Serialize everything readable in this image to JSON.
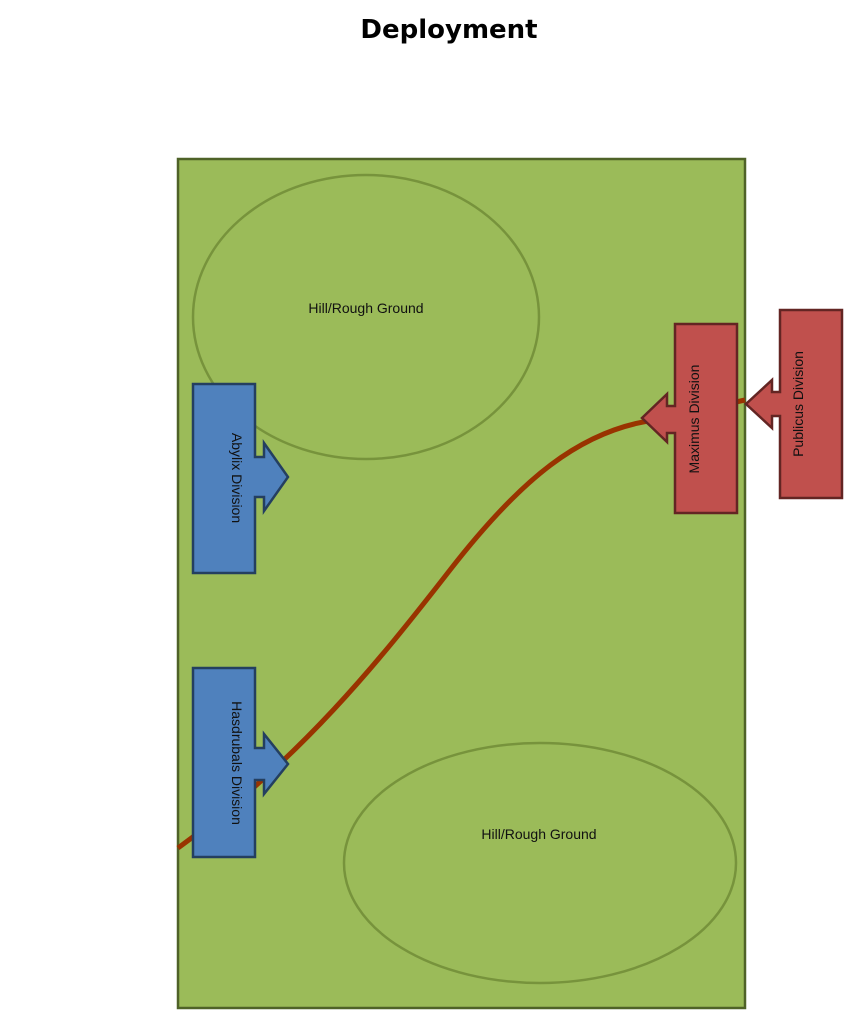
{
  "title": "Deployment",
  "terrain": [
    {
      "label": "Hill/Rough Ground"
    },
    {
      "label": "Hill/Rough Ground"
    }
  ],
  "units": {
    "abylix": "Abylix Division",
    "hasdrubals": "Hasdrubals Division",
    "maximus": "Maximus Division",
    "publicus": "Publicus Division"
  },
  "colors": {
    "field": "#9bbb59",
    "field_border": "#4f6228",
    "blue": "#4f81bd",
    "blue_border": "#243f60",
    "red": "#c0504d",
    "red_border": "#632523",
    "path": "#993300"
  }
}
